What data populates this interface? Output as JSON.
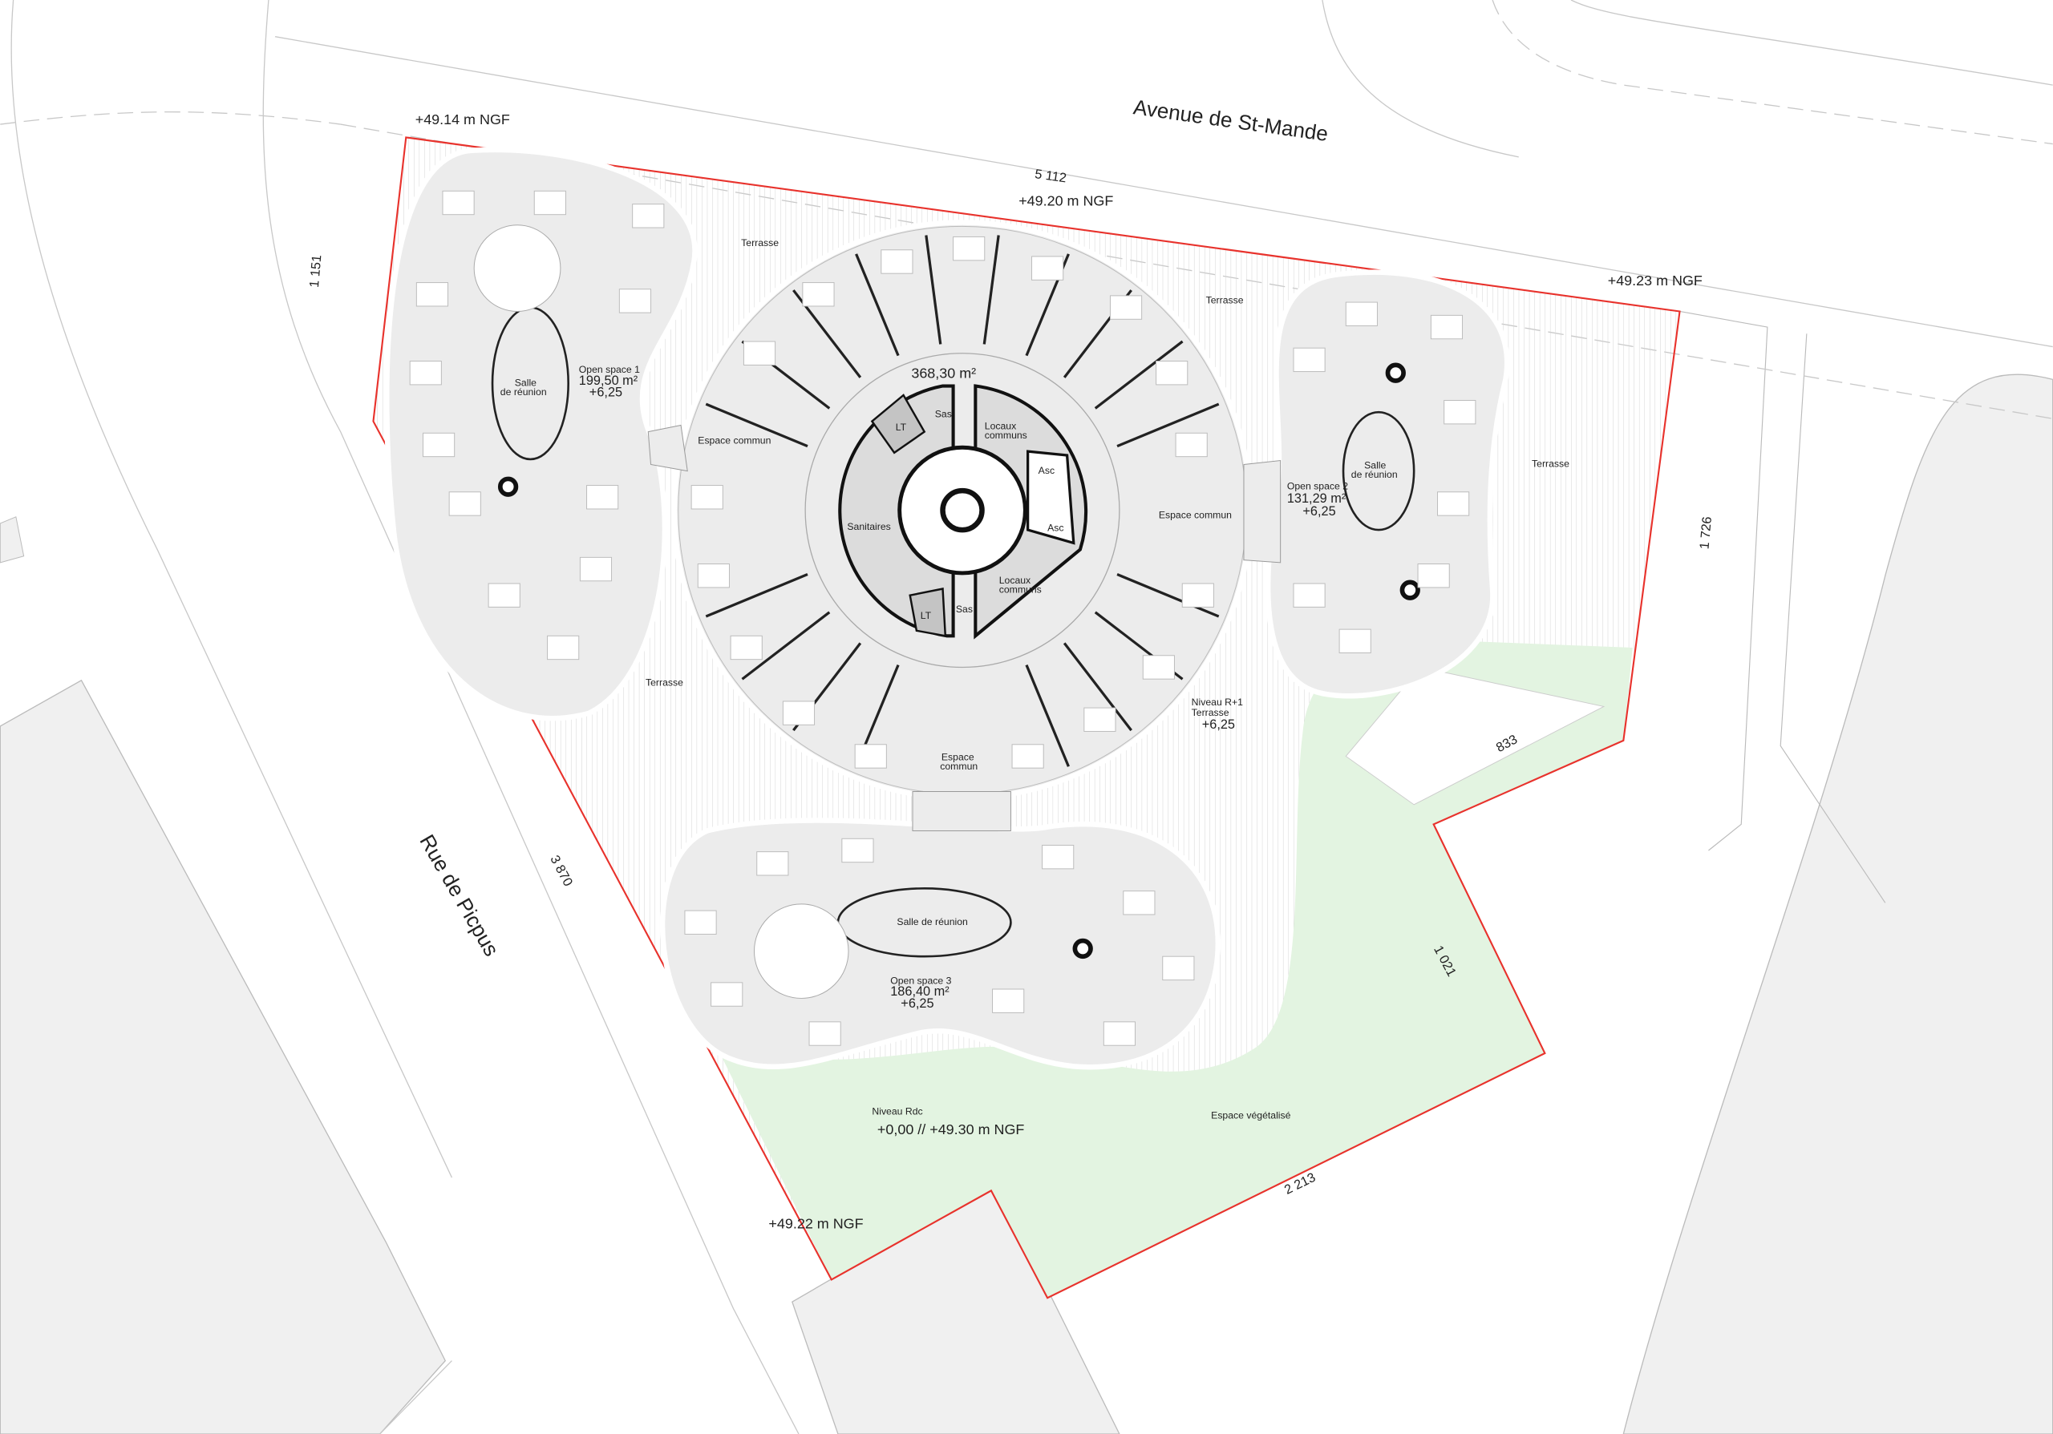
{
  "streets": {
    "north": "Avenue de St-Mande",
    "west": "Rue de Picpus"
  },
  "levels": {
    "ngf_nw": "+49.14 m NGF",
    "ngf_n": "+49.20 m NGF",
    "ngf_ne": "+49.23 m NGF",
    "ngf_sw": "+49.22 m NGF",
    "rdc_label": "Niveau Rdc",
    "rdc_value": "+0,00 // +49.30 m NGF",
    "r1_label_1": "Niveau R+1",
    "r1_label_2": "Terrasse",
    "r1_value": "+6,25"
  },
  "dimensions": {
    "north": "5 112",
    "west_top": "1 151",
    "west": "3 870",
    "east": "1 726",
    "south": "2 213",
    "se_1": "833",
    "se_2": "1 021"
  },
  "central": {
    "area": "368,30 m²",
    "rooms": {
      "sanitaires": "Sanitaires",
      "lt": "LT",
      "sas": "Sas",
      "locaux_1": "Locaux",
      "locaux_2": "communs",
      "asc": "Asc"
    }
  },
  "open_spaces": [
    {
      "name": "Open space 1",
      "area": "199,50 m²",
      "level": "+6,25",
      "meeting_1": "Salle",
      "meeting_2": "de réunion"
    },
    {
      "name": "Open space 2",
      "area": "131,29 m²",
      "level": "+6,25",
      "meeting_1": "Salle",
      "meeting_2": "de réunion"
    },
    {
      "name": "Open space 3",
      "area": "186,40 m²",
      "level": "+6,25",
      "meeting": "Salle de réunion"
    }
  ],
  "zones": {
    "terrasse": "Terrasse",
    "espace_commun": "Espace commun",
    "espace_commun_1": "Espace",
    "espace_commun_2": "commun",
    "vegetalise": "Espace végétalisé"
  },
  "colors": {
    "boundary": "#e8322c",
    "green": "#e3f4e1",
    "building": "#f0f0f0",
    "floor": "#ececec"
  }
}
